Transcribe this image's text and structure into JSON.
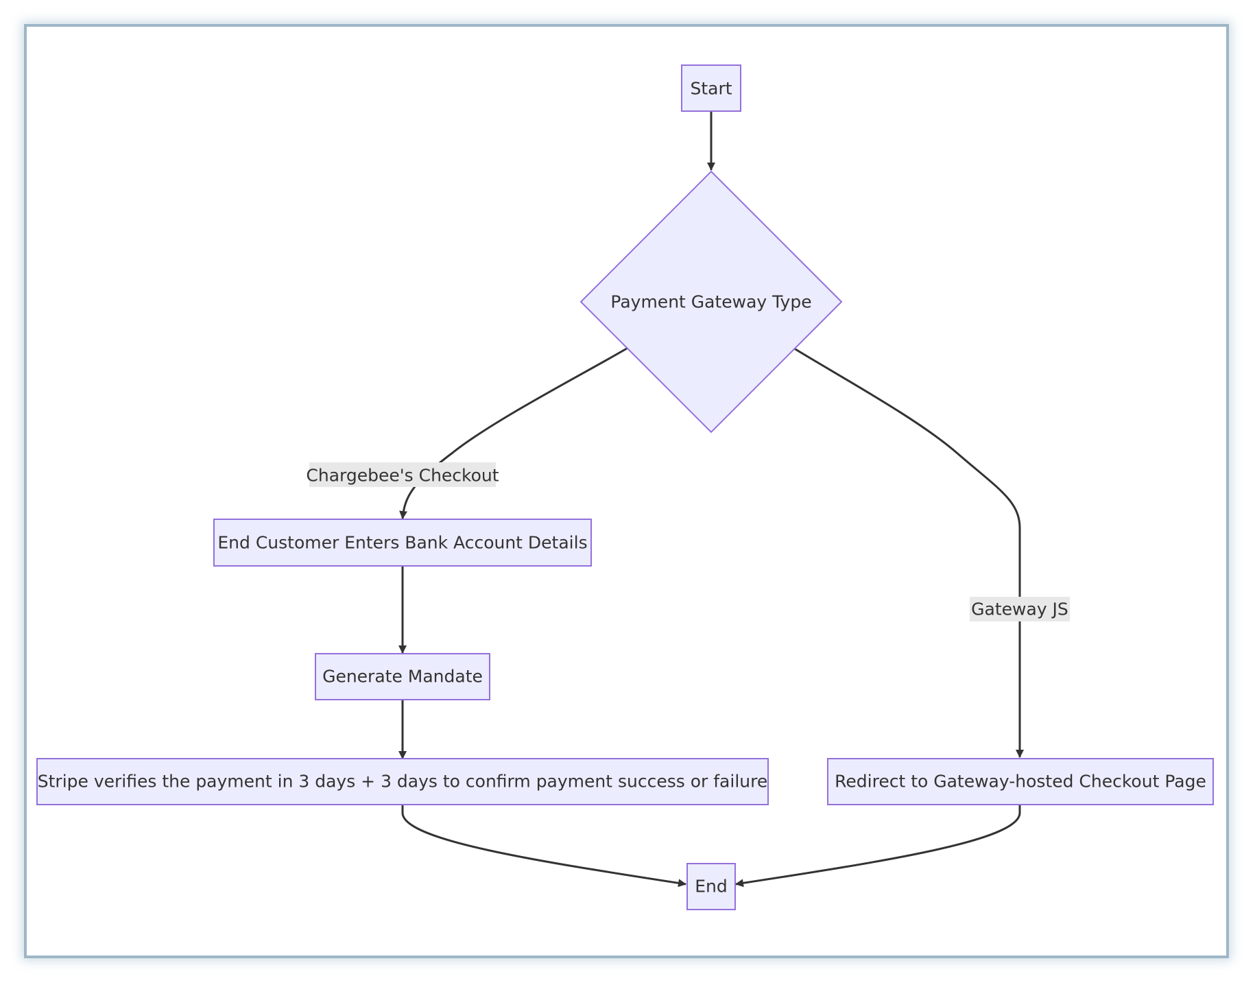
{
  "diagram": {
    "nodes": {
      "start": "Start",
      "decision": "Payment Gateway Type",
      "enter_details": "End Customer Enters Bank Account Details",
      "mandate": "Generate Mandate",
      "stripe_verify": "Stripe verifies the payment in 3 days + 3 days to confirm payment success or failure",
      "redirect": "Redirect to Gateway-hosted Checkout Page",
      "end": "End"
    },
    "edge_labels": {
      "chargebee": "Chargebee's Checkout",
      "gateway_js": "Gateway JS"
    }
  },
  "colors": {
    "node_fill": "#ececff",
    "node_stroke": "#9370db",
    "edge": "#333333",
    "label_bg": "#e8e8e8",
    "frame": "#9fb6c6"
  }
}
